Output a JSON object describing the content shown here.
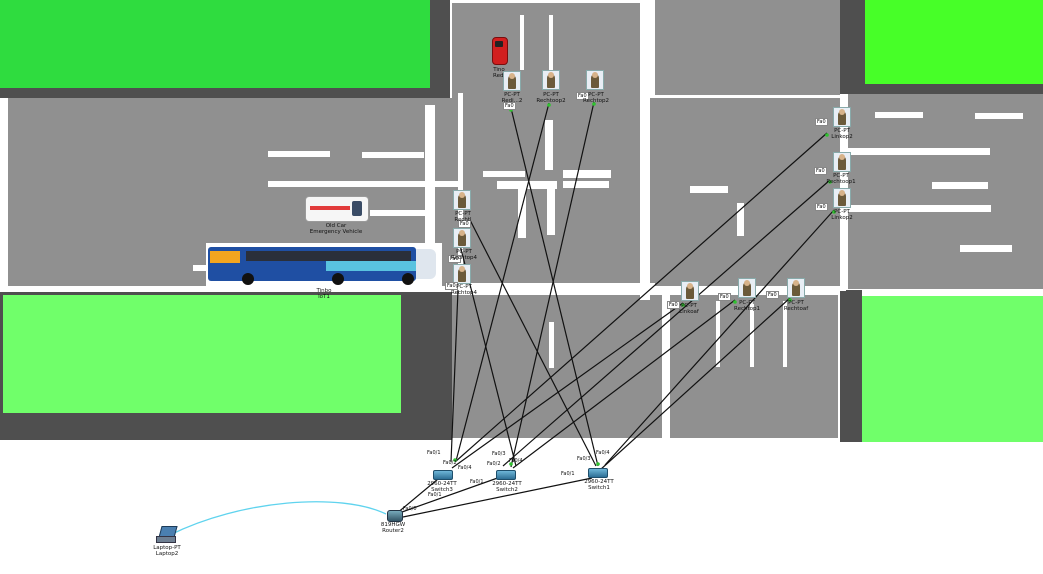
{
  "colors": {
    "road": "#909090",
    "curb": "#4f4f4f",
    "grass_bright": "#2fdc3f",
    "grass_lime": "#47ff28",
    "grass_soft": "#70ff6a",
    "cable": "#111111",
    "console_cable": "#5fd3ee",
    "link_up": "#2fc22f"
  },
  "devices": {
    "car_red": {
      "line1": "Tino",
      "line2": "Redi",
      "icon": "red-car-icon"
    },
    "pc_top1": {
      "tag": "Fa0",
      "name_line1": "PC-PT",
      "name_line2": "Redi...2"
    },
    "pc_top2": {
      "name_line1": "PC-PT",
      "name_line2": "Rechtoop2"
    },
    "pc_top3": {
      "tag": "Fa0",
      "name_line1": "PC-PT",
      "name_line2": "Rechtop2"
    },
    "pc_right1": {
      "tag": "Fa0",
      "name_line1": "PC-PT",
      "name_line2": "Linkop2"
    },
    "pc_right2": {
      "tag": "Fa0",
      "name_line1": "PC-PT",
      "name_line2": "Rechtoop1"
    },
    "pc_right3": {
      "tag": "Fa0",
      "name_line1": "PC-PT",
      "name_line2": "Linkop2"
    },
    "pc_mid1": {
      "tag": "Fa0",
      "name_line1": "PC-PT",
      "name_line2": "Rechtl"
    },
    "pc_mid2": {
      "tag": "Fa0",
      "name_line1": "PC-PT",
      "name_line2": "Rechtop4"
    },
    "pc_mid3": {
      "tag": "Fa0",
      "name_line1": "PC-PT",
      "name_line2": "Rechtop4"
    },
    "pc_bot1": {
      "tag": "Fa0",
      "name_line1": "PC-PT",
      "name_line2": "Linkoaf"
    },
    "pc_bot2": {
      "tag": "Fa0",
      "name_line1": "PC-PT",
      "name_line2": "Rechtop1"
    },
    "pc_bot3": {
      "tag": "Fa0",
      "name_line1": "PC-PT",
      "name_line2": "Rechtoaf"
    },
    "ambulance": {
      "line1": "Old Car",
      "line2": "Emergency Vehicle",
      "icon": "ambulance-icon"
    },
    "bus": {
      "line1": "Tinbo",
      "line2": "IoT1",
      "icon": "bus-icon"
    },
    "switch3": {
      "model": "2960-24TT",
      "name": "Switch3"
    },
    "switch2": {
      "model": "2960-24TT",
      "name": "Switch2"
    },
    "switch1": {
      "model": "2960-24TT",
      "name": "Switch1"
    },
    "router": {
      "model": "819HGW",
      "name": "Router2"
    },
    "laptop": {
      "model": "Laptop-PT",
      "name": "Laptop2",
      "icon": "laptop-icon"
    }
  },
  "ports": {
    "s3_a": "Fa0/1",
    "s3_b": "Fa0/2",
    "s3_c": "Fa0/4",
    "s3_d": "Fa0/1",
    "s2_a": "Fa0/3",
    "s2_b": "Fa0/2",
    "s2_c": "Fa0/4",
    "s2_d": "Fa0/1",
    "s1_a": "Fa0/3",
    "s1_b": "Fa0/4",
    "s1_c": "Fa0/1",
    "r_a": "Fa0/0"
  }
}
